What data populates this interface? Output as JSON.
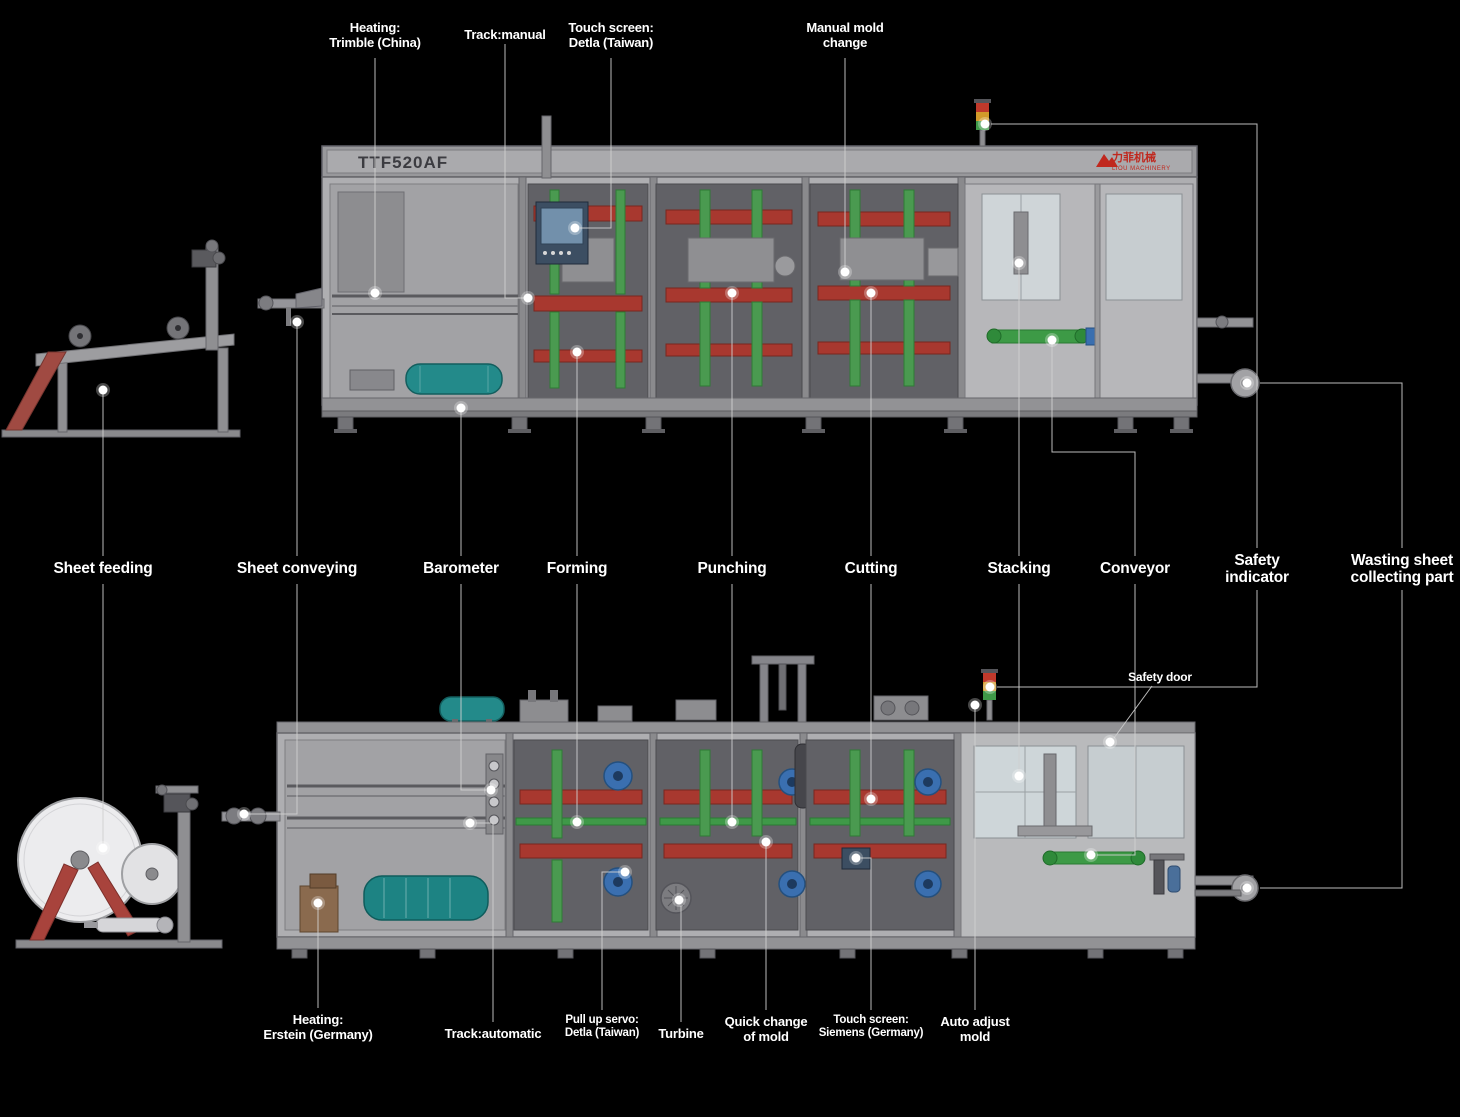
{
  "machine": {
    "model": "TTF520AF",
    "brand_cn": "力菲机械",
    "brand_en": "LIOU MACHINERY"
  },
  "labels": {
    "heating_top": {
      "l1": "Heating:",
      "l2": "Trimble (China)"
    },
    "track_manual": {
      "l1": "Track:manual"
    },
    "touch_screen_top": {
      "l1": "Touch screen:",
      "l2": "Detla (Taiwan)"
    },
    "manual_mold_change": {
      "l1": "Manual mold",
      "l2": "change"
    },
    "sheet_feeding": {
      "l1": "Sheet feeding"
    },
    "sheet_conveying": {
      "l1": "Sheet conveying"
    },
    "barometer": {
      "l1": "Barometer"
    },
    "forming": {
      "l1": "Forming"
    },
    "punching": {
      "l1": "Punching"
    },
    "cutting": {
      "l1": "Cutting"
    },
    "stacking": {
      "l1": "Stacking"
    },
    "conveyor": {
      "l1": "Conveyor"
    },
    "safety_indicator": {
      "l1": "Safety",
      "l2": "indicator"
    },
    "wasting_sheet": {
      "l1": "Wasting sheet",
      "l2": "collecting part"
    },
    "heating_bottom": {
      "l1": "Heating:",
      "l2": "Erstein (Germany)"
    },
    "track_automatic": {
      "l1": "Track:automatic"
    },
    "pull_up_servo": {
      "l1": "Pull up servo:",
      "l2": "Detla (Taiwan)"
    },
    "turbine": {
      "l1": "Turbine"
    },
    "quick_change_mold": {
      "l1": "Quick change",
      "l2": "of mold"
    },
    "touch_screen_bottom": {
      "l1": "Touch screen:",
      "l2": "Siemens (Germany)"
    },
    "auto_adjust_mold": {
      "l1": "Auto adjust",
      "l2": "mold"
    },
    "safety_door": {
      "l1": "Safety door"
    }
  },
  "colors": {
    "background": "#000000",
    "machine_body": "#aeaeb1",
    "mold_red": "#a8382f",
    "column_green": "#4a9a50",
    "tank_teal": "#238a8a",
    "motor_blue": "#3a6fb0",
    "brand_red": "#c0281e",
    "label_text": "#ffffff"
  }
}
